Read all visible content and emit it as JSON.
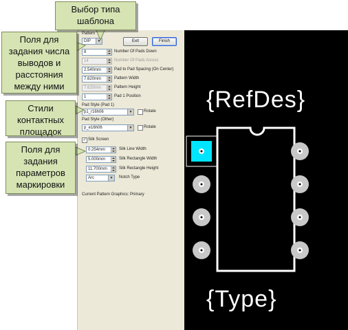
{
  "callouts": {
    "template_type": "Выбор типа шаблона",
    "pads_fields": "Поля для задания числа выводов и расстояния между ними",
    "pad_styles": "Стили контактных площадок",
    "silk_fields": "Поля для задания параметров маркировки"
  },
  "wizard": {
    "pattern_label": "Pattern",
    "pattern_type": "DIP",
    "exit_label": "Exit",
    "finish_label": "Finish",
    "pads_down_value": "8",
    "pads_down_label": "Number Of Pads Down",
    "pads_across_value": "14",
    "pads_across_label": "Number Of Pads Across",
    "pad_spacing_value": "2.540mm",
    "pad_spacing_label": "Pad to Pad Spacing (On Center)",
    "pattern_width_value": "7.620mm",
    "pattern_width_label": "Pattern Width",
    "pattern_height_value": "7.620mm",
    "pattern_height_label": "Pattern Height",
    "pad1_position_value": "1",
    "pad1_position_label": "Pad 1 Position",
    "pad_style_pad1_label": "Pad Style (Pad 1)",
    "pad_style_pad1_value": "p1_r16h06",
    "rotate_label_1": "Rotate",
    "pad_style_other_label": "Pad Style (Other)",
    "pad_style_other_value": "p_e16h06",
    "rotate_label_2": "Rotate",
    "silk_screen_label": "Silk Screen",
    "silk_screen_checked": "✓",
    "silk_line_width_value": "0.254mm",
    "silk_line_width_label": "Silk Line Width",
    "silk_rect_width_value": "5.000mm",
    "silk_rect_width_label": "Silk Rectangle Width",
    "silk_rect_height_value": "11.700mm",
    "silk_rect_height_label": "Silk Rectangle Height",
    "notch_type_value": "Arc",
    "notch_type_label": "Notch Type",
    "current_graphics_label": "Current Pattern Graphics: Primary"
  },
  "preview": {
    "refdes_text": "{RefDes}",
    "type_text": "{Type}",
    "pad1_highlight_color": "#00e5ff",
    "pad_color": "#c8c8c8",
    "outline_color": "#ffffff"
  }
}
